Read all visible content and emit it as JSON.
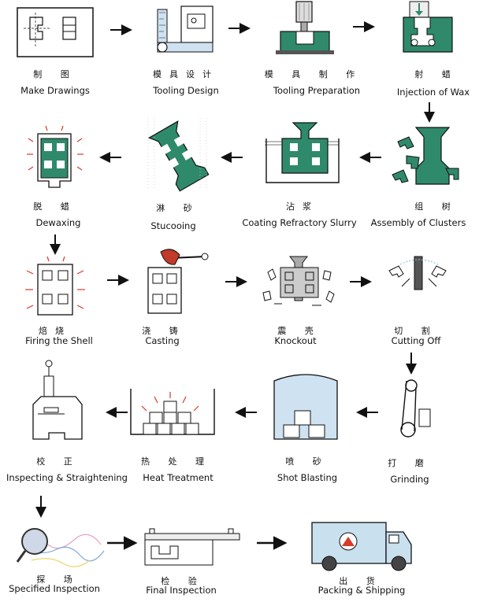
{
  "steps": [
    {
      "cn": "制 图",
      "en": "Make Drawings"
    },
    {
      "cn": "模具设计",
      "en": "Tooling Design"
    },
    {
      "cn": "模 具 制 作",
      "en": "Tooling Preparation"
    },
    {
      "cn": "射 蜡",
      "en": "Injection of Wax"
    },
    {
      "cn": "组 树",
      "en": "Assembly of Clusters"
    },
    {
      "cn": "沾浆",
      "en": "Coating Refractory Slurry"
    },
    {
      "cn": "淋 砂",
      "en": "Stucooing"
    },
    {
      "cn": "脱 蜡",
      "en": "Dewaxing"
    },
    {
      "cn": "焙烧",
      "en": "Firing the Shell"
    },
    {
      "cn": "浇 铸",
      "en": "Casting"
    },
    {
      "cn": "震 壳",
      "en": "Knockout"
    },
    {
      "cn": "切 割",
      "en": "Cutting Off"
    },
    {
      "cn": "打 磨",
      "en": "Grinding"
    },
    {
      "cn": "喷 砂",
      "en": "Shot Blasting"
    },
    {
      "cn": "热 处 理",
      "en": "Heat Treatment"
    },
    {
      "cn": "校 正",
      "en": "Inspecting & Straightening"
    },
    {
      "cn": "探 场",
      "en": "Specified Inspection"
    },
    {
      "cn": "检 验",
      "en": "Final Inspection"
    },
    {
      "cn": "出 货",
      "en": "Packing & Shipping"
    }
  ],
  "colors": {
    "green": "#2f8a6b",
    "ink": "#111111",
    "red": "#d93a2a",
    "truck": "#c9e0ef",
    "shot": "#cfe2f2"
  },
  "icons": [
    "drawing-icon",
    "tooling-design-icon",
    "tooling-preparation-icon",
    "wax-injection-icon",
    "cluster-assembly-icon",
    "slurry-coating-icon",
    "stucco-icon",
    "dewaxing-icon",
    "firing-icon",
    "casting-icon",
    "knockout-icon",
    "cutting-icon",
    "grinding-icon",
    "shot-blasting-icon",
    "heat-treatment-icon",
    "straightening-icon",
    "inspection-icon",
    "final-inspection-icon",
    "truck-icon"
  ]
}
